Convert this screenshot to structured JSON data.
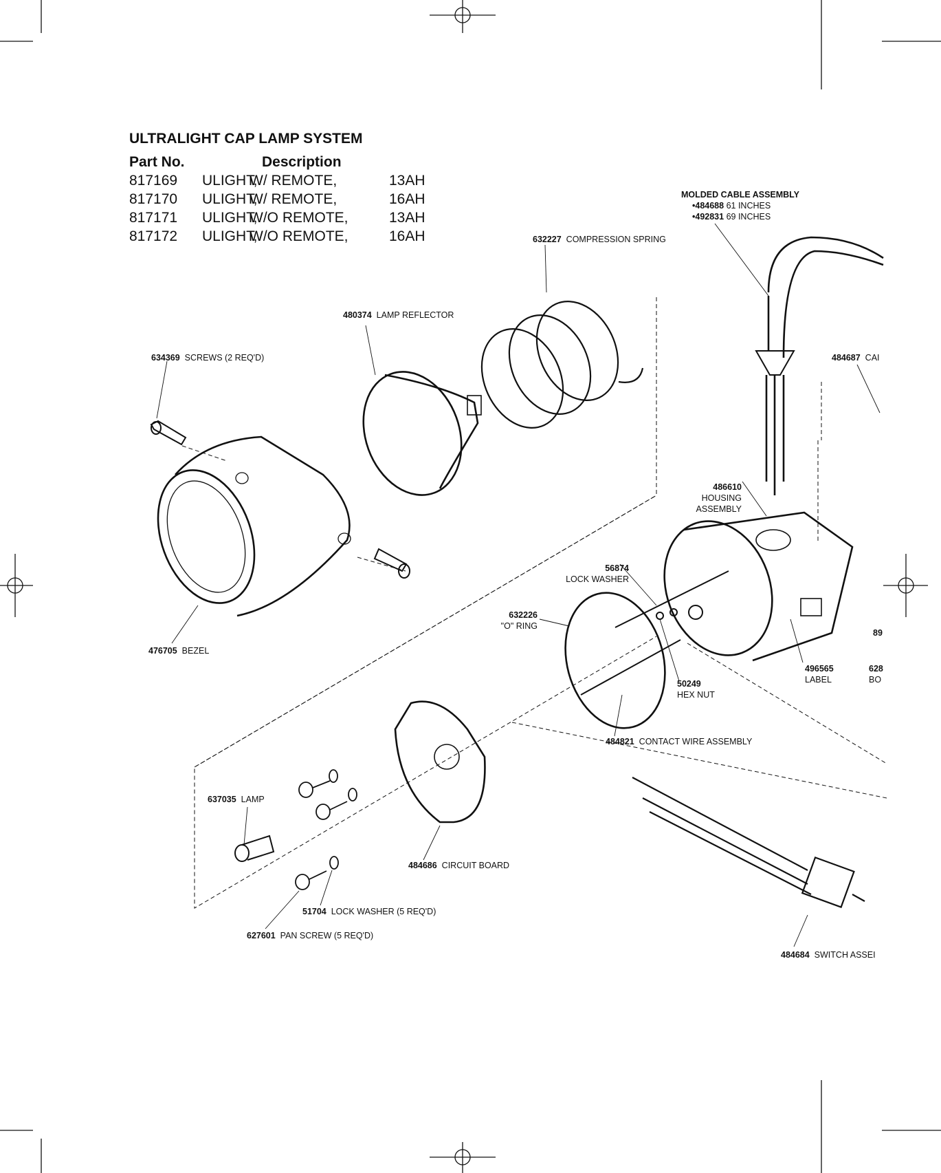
{
  "header": {
    "title": "ULTRALIGHT CAP LAMP SYSTEM"
  },
  "parts_table": {
    "columns": [
      "Part No.",
      "Description"
    ],
    "rows": [
      {
        "part": "817169",
        "name": "ULIGHT,",
        "remote": "W/ REMOTE,",
        "capacity": "13AH"
      },
      {
        "part": "817170",
        "name": "ULIGHT,",
        "remote": "W/ REMOTE,",
        "capacity": "16AH"
      },
      {
        "part": "817171",
        "name": "ULIGHT,",
        "remote": "W/O REMOTE,",
        "capacity": "13AH"
      },
      {
        "part": "817172",
        "name": "ULIGHT,",
        "remote": "W/O REMOTE,",
        "capacity": "16AH"
      }
    ]
  },
  "callouts": {
    "cable": {
      "title": "MOLDED CABLE ASSEMBLY",
      "option1_no": "•484688",
      "option1_text": "61 INCHES",
      "option2_no": "•492831",
      "option2_text": "69 INCHES"
    },
    "spring": {
      "no": "632227",
      "text": "COMPRESSION SPRING"
    },
    "reflector": {
      "no": "480374",
      "text": "LAMP REFLECTOR"
    },
    "screws": {
      "no": "634369",
      "text": "SCREWS (2 REQ'D)"
    },
    "cap": {
      "no": "484687",
      "text": "CAI"
    },
    "housing": {
      "no": "486610",
      "line1": "HOUSING",
      "line2": "ASSEMBLY"
    },
    "lock_washer": {
      "no": "56874",
      "text": "LOCK WASHER"
    },
    "o_ring": {
      "no": "632226",
      "text": "\"O\" RING"
    },
    "bezel": {
      "no": "476705",
      "text": "BEZEL"
    },
    "right_89": {
      "no": "89"
    },
    "label": {
      "no": "496565",
      "text": "LABEL"
    },
    "right_628": {
      "no": "628",
      "text": "BO"
    },
    "hex_nut": {
      "no": "50249",
      "text": "HEX NUT"
    },
    "contact_wire": {
      "no": "484821",
      "text": "CONTACT WIRE ASSEMBLY"
    },
    "lamp": {
      "no": "637035",
      "text": "LAMP"
    },
    "circuit_board": {
      "no": "484686",
      "text": "CIRCUIT BOARD"
    },
    "lock_washer_5": {
      "no": "51704",
      "text": "LOCK WASHER (5 REQ'D)"
    },
    "pan_screw": {
      "no": "627601",
      "text": "PAN SCREW (5 REQ'D)"
    },
    "switch": {
      "no": "484684",
      "text": "SWITCH ASSEI"
    }
  }
}
